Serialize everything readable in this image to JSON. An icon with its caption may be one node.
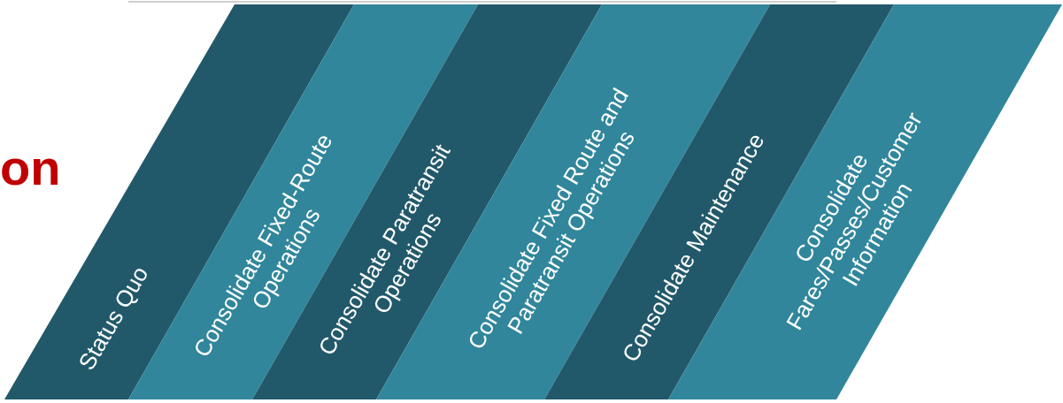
{
  "diagram": {
    "nodes": [
      {
        "text": [
          "Status Quo"
        ]
      },
      {
        "text": [
          "Consolidate Fixed-Route Operations"
        ]
      },
      {
        "text": [
          "Consolidate Paratransit Operations"
        ]
      },
      {
        "text": [
          "Consolidate Fixed Route and Paratransit Operations"
        ]
      },
      {
        "text": [
          "Consolidate Maintenance"
        ]
      },
      {
        "text": [
          "Consolidate Fares/Passes/Customer Information"
        ]
      }
    ],
    "edges": [],
    "labels": [
      "on"
    ]
  }
}
